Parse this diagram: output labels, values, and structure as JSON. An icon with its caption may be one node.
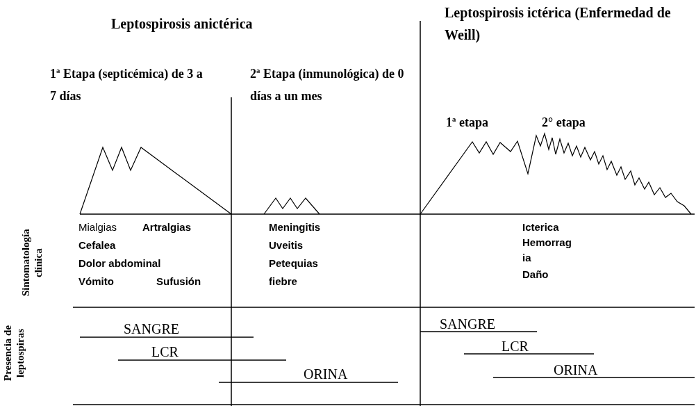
{
  "diagram": {
    "labels": [
      "Leptospirosis anictérica",
      "Leptospirosis ictérica (Enfermedad de Weill)",
      "1ª Etapa (septicémica) de 3 a 7 días",
      "2ª Etapa (inmunológica) de 0 días a un mes",
      "1ª etapa",
      "2° etapa",
      "Sintomatología clínica",
      "Mialgias",
      "Artralgias",
      "Cefalea",
      "Dolor abdominal",
      "Vómito",
      "Sufusión",
      "Meningitis",
      "Uveitis",
      "Petequias",
      "fiebre",
      "Icterica",
      "Hemorrag",
      "ia",
      "Daño",
      "Presencia de leptospiras",
      "SANGRE",
      "LCR",
      "ORINA",
      "SANGRE",
      "LCR",
      "ORINA"
    ]
  }
}
